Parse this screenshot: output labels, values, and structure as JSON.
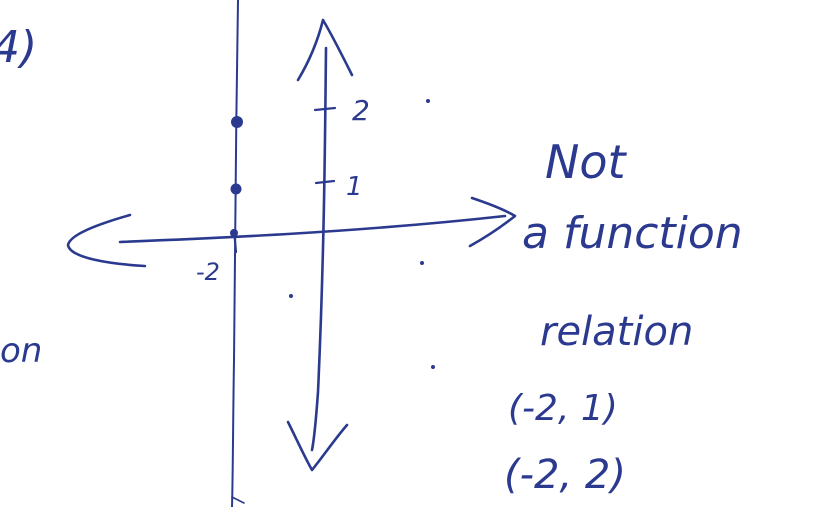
{
  "ink_color": "#2b3a8f",
  "problem_number": "4)",
  "margin_fragment": "on",
  "graph": {
    "x_tick_label": "-2",
    "y_tick_labels": [
      "1",
      "2"
    ],
    "plotted_points": [
      {
        "x": -2,
        "y": 2
      },
      {
        "x": -2,
        "y": 1
      },
      {
        "x": -2,
        "y": 0
      }
    ]
  },
  "answer": {
    "line1": "Not",
    "line2": "a function",
    "line3": "relation",
    "pair1": "(-2, 1)",
    "pair2": "(-2, 2)"
  }
}
